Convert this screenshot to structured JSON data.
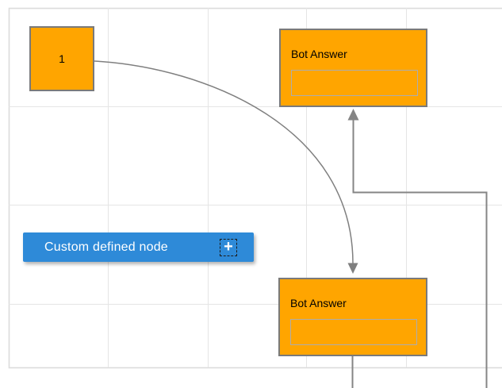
{
  "diagram": {
    "nodes": {
      "node1": {
        "label": "1"
      },
      "bot_answer_top": {
        "title": "Bot Answer"
      },
      "bot_answer_bottom": {
        "title": "Bot Answer"
      },
      "custom": {
        "label": "Custom defined node",
        "plus_icon": "+"
      }
    },
    "colors": {
      "node_fill": "#FFA500",
      "node_border": "#7A7A7A",
      "custom_node_fill": "#2E8AD8",
      "custom_node_text": "#FFFFFF",
      "node_text": "#000000",
      "connector": "#858585",
      "grid_line": "#E5E5E5",
      "grid_border": "#DCDCDC"
    }
  }
}
